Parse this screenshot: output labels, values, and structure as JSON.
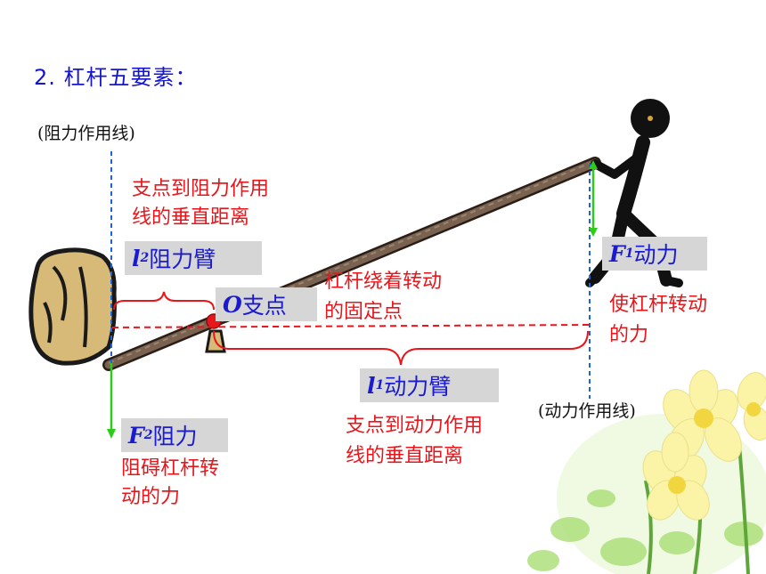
{
  "title": "2. 杠杆五要素：",
  "resistance_line_label": "(阻力作用线)",
  "effort_line_label": "(动力作用线)",
  "l2_desc": [
    "支点到阻力作用",
    "线的垂直距离"
  ],
  "l2_label": {
    "symbol": "l",
    "sub": "2",
    "text": "阻力臂"
  },
  "fulcrum_label": {
    "symbol": "O",
    "text": "支点"
  },
  "fulcrum_desc": [
    "杠杆绕着转动",
    "的固定点"
  ],
  "f1_label": {
    "symbol": "F",
    "sub": "1",
    "text": "动力"
  },
  "f1_desc": [
    "使杠杆转动",
    "的力"
  ],
  "l1_label": {
    "symbol": "l",
    "sub": "1",
    "text": "动力臂"
  },
  "l1_desc": [
    "支点到动力作用",
    "线的垂直距离"
  ],
  "f2_label": {
    "symbol": "F",
    "sub": "2",
    "text": "阻力"
  },
  "f2_desc": [
    "阻碍杠杆转",
    "动的力"
  ],
  "colors": {
    "text_red": "#e8161b",
    "text_blue": "#1515d0",
    "arrow_green": "#2ecc1a",
    "line_blue": "#1c64d8",
    "line_red": "#e8161b",
    "box_gray": "#d6d6d6",
    "lever_brown": "#5a4434",
    "rock_tan": "#d7b978"
  }
}
